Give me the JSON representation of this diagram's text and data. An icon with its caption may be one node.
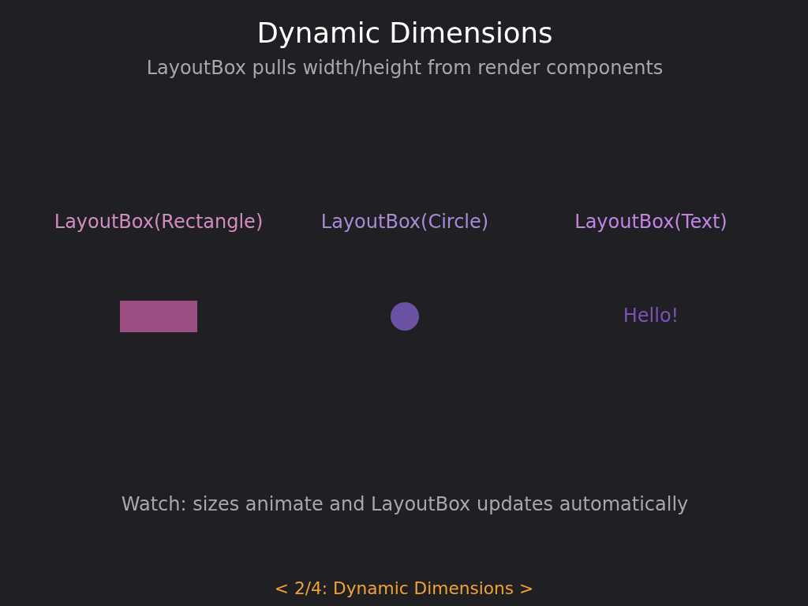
{
  "diagram": {
    "title": "Dynamic Dimensions",
    "nodes": [
      {
        "text": [],
        "shape": "box"
      },
      {
        "text": [],
        "shape": "circle"
      },
      {
        "text": [
          "Hello!"
        ]
      }
    ],
    "labels": [
      "LayoutBox pulls width/height from render components",
      "LayoutBox(Rectangle)",
      "LayoutBox(Circle)",
      "LayoutBox(Text)",
      "Watch: sizes animate and LayoutBox updates automatically",
      "< 2/4: Dynamic Dimensions >"
    ]
  }
}
